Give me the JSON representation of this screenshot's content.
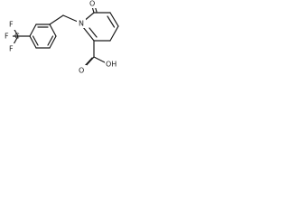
{
  "structure": {
    "atoms": {
      "f": "F",
      "c": "C",
      "o": "O",
      "n": "N",
      "oh": "OH"
    }
  },
  "colors": {
    "bond": "#1a1a1a",
    "background": "#ffffff"
  }
}
